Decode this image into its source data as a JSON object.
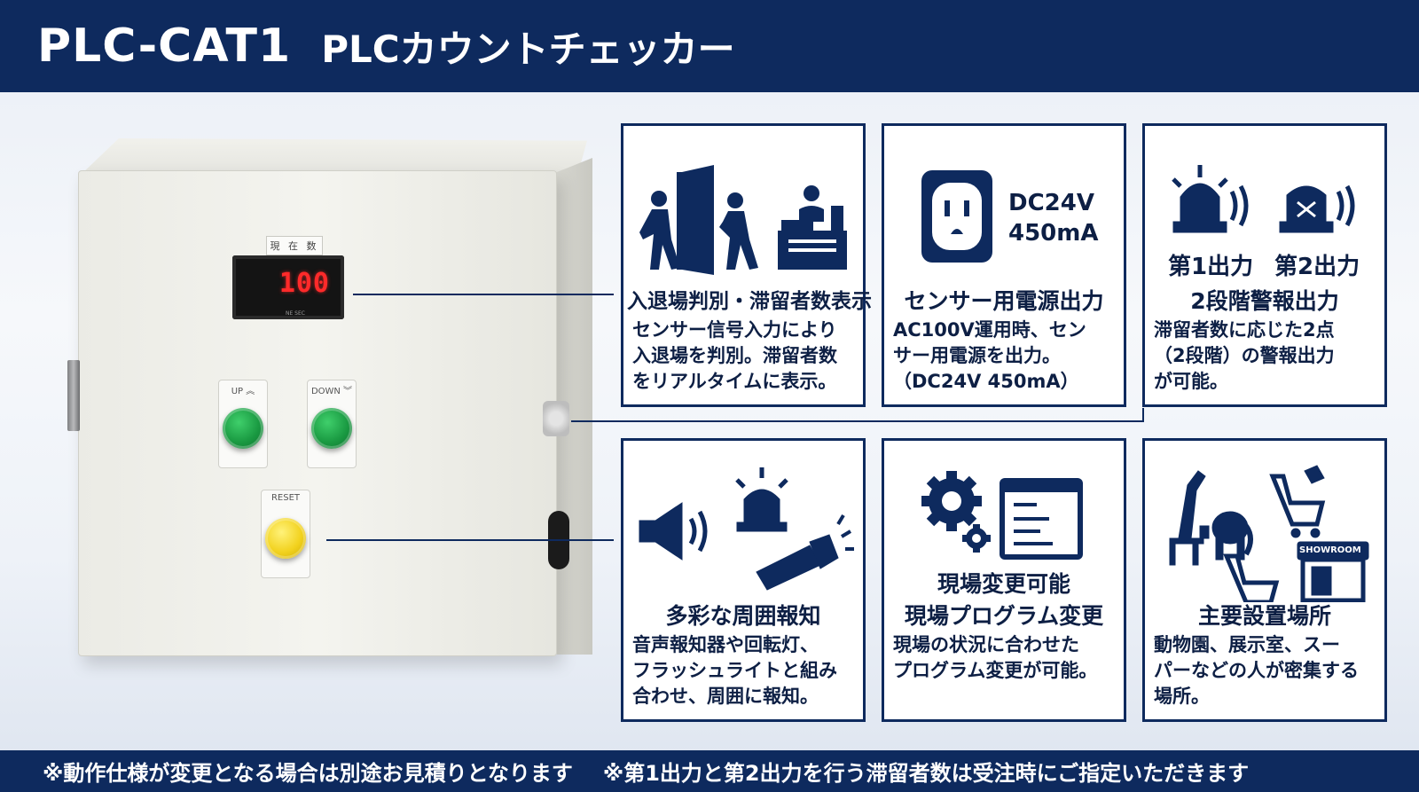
{
  "header": {
    "model": "PLC-CAT1",
    "product_name": "PLCカウントチェッカー"
  },
  "device": {
    "display_label": "現 在 数",
    "display_value": "100",
    "display_small_text": "NE SEC",
    "button_up_label": "UP ︽",
    "button_down_label": "DOWN ︾",
    "button_reset_label": "RESET"
  },
  "features": [
    {
      "title": "入退場判別・滞留者数表示",
      "desc": [
        "センサー信号入力により",
        "入退場を判別。滞留者数",
        "をリアルタイムに表示。"
      ]
    },
    {
      "icon_text": [
        "DC24V",
        "450mA"
      ],
      "title": "センサー用電源出力",
      "desc": [
        "AC100V運用時、セン",
        "サー用電源を出力。",
        "（DC24V 450mA）"
      ]
    },
    {
      "icon_labels": [
        "第1出力",
        "第2出力"
      ],
      "title": "2段階警報出力",
      "desc": [
        "滞留者数に応じた2点",
        "（2段階）の警報出力",
        "が可能。"
      ]
    },
    {
      "title": "多彩な周囲報知",
      "desc": [
        "音声報知器や回転灯、",
        "フラッシュライトと組み",
        "合わせ、周囲に報知。"
      ]
    },
    {
      "icon_caption": "現場変更可能",
      "title": "現場プログラム変更",
      "desc": [
        "現場の状況に合わせた",
        "プログラム変更が可能。"
      ]
    },
    {
      "icon_caption": "SHOWROOM",
      "title": "主要設置場所",
      "desc": [
        "動物園、展示室、スー",
        "パーなどの人が密集する",
        "場所。"
      ]
    }
  ],
  "footer": {
    "note1": "※動作仕様が変更となる場合は別途お見積りとなります",
    "note2": "※第1出力と第2出力を行う滞留者数は受注時にご指定いただきます"
  },
  "colors": {
    "navy": "#0e2a5e",
    "led_red": "#ff2a2a",
    "button_green": "#1a9a42",
    "button_yellow": "#f2d21e"
  }
}
